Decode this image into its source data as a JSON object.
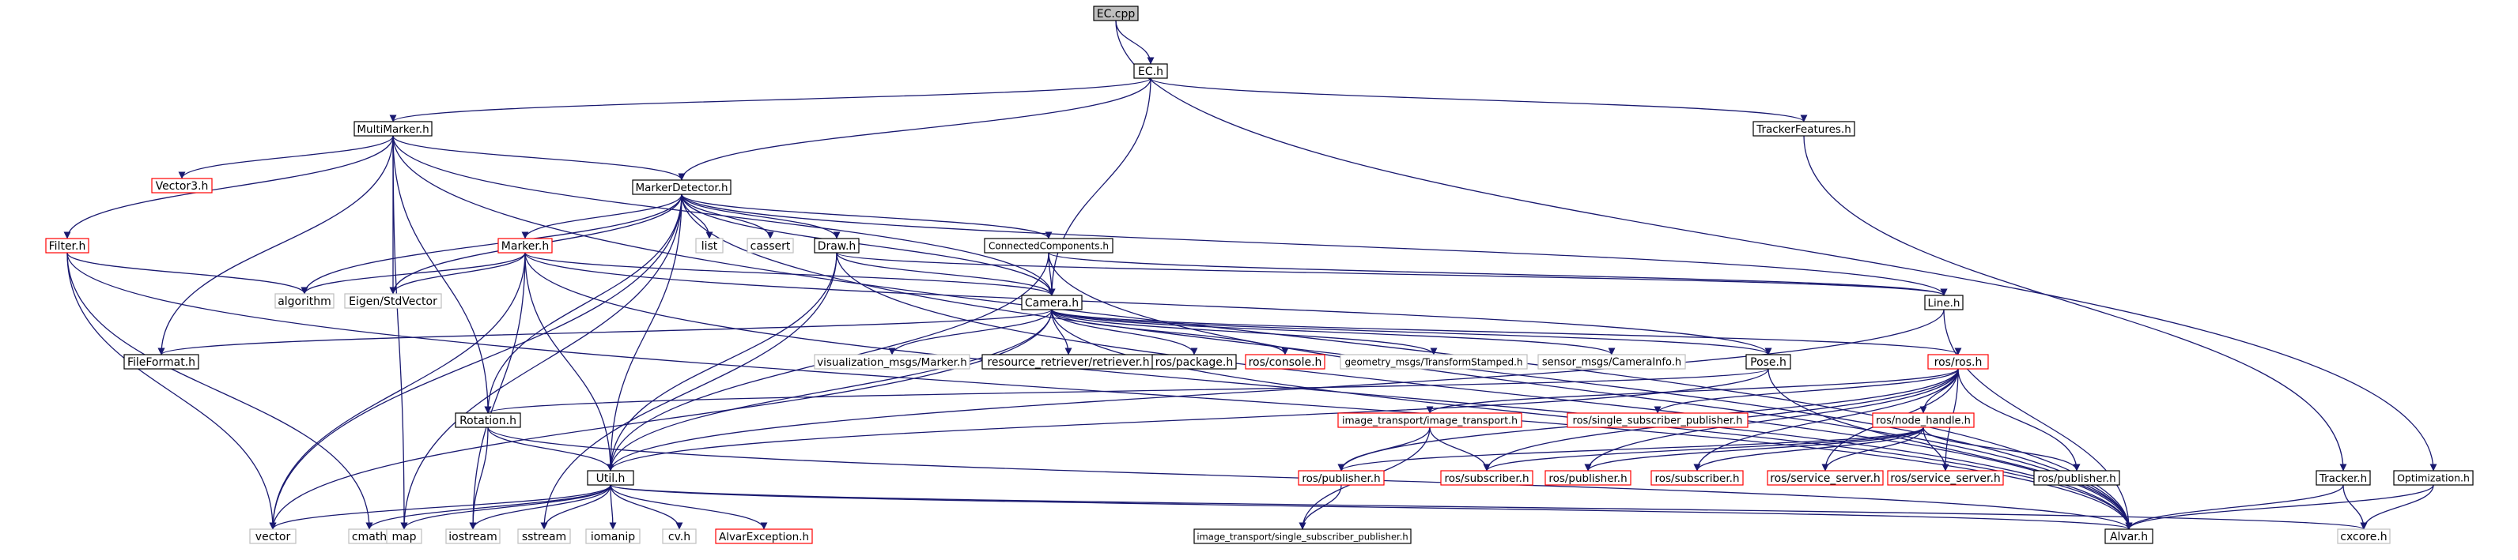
{
  "colors": {
    "edge": "#191970",
    "border_normal": "#000000",
    "border_missing": "#ff0000",
    "border_external": "#bfbfbf",
    "fill_root": "#bfbfbf",
    "fill_default": "#ffffff",
    "text": "#000000"
  },
  "nodes": [
    {
      "id": "ec_cpp",
      "label": "EC.cpp",
      "style": "root"
    },
    {
      "id": "ec_h",
      "label": "EC.h",
      "style": "normal"
    },
    {
      "id": "multimarker_h",
      "label": "MultiMarker.h",
      "style": "normal"
    },
    {
      "id": "trackerfeatures_h",
      "label": "TrackerFeatures.h",
      "style": "normal"
    },
    {
      "id": "vector3_h",
      "label": "Vector3.h",
      "style": "missing"
    },
    {
      "id": "markerdetector_h",
      "label": "MarkerDetector.h",
      "style": "normal"
    },
    {
      "id": "filter_h",
      "label": "Filter.h",
      "style": "missing"
    },
    {
      "id": "marker_h",
      "label": "Marker.h",
      "style": "missing"
    },
    {
      "id": "list",
      "label": "list",
      "style": "external"
    },
    {
      "id": "cassert",
      "label": "cassert",
      "style": "external"
    },
    {
      "id": "draw_h",
      "label": "Draw.h",
      "style": "normal"
    },
    {
      "id": "connectedcomponents_h",
      "label": "ConnectedComponents.h",
      "style": "normal"
    },
    {
      "id": "algorithm",
      "label": "algorithm",
      "style": "external"
    },
    {
      "id": "eigen_stdvector",
      "label": "Eigen/StdVector",
      "style": "external"
    },
    {
      "id": "camera_h",
      "label": "Camera.h",
      "style": "normal"
    },
    {
      "id": "line_h",
      "label": "Line.h",
      "style": "normal"
    },
    {
      "id": "fileformat_h",
      "label": "FileFormat.h",
      "style": "normal"
    },
    {
      "id": "vis_marker_h",
      "label": "visualization_msgs/Marker.h",
      "style": "external"
    },
    {
      "id": "resource_retriever_h",
      "label": "resource_retriever/retriever.h",
      "style": "normal"
    },
    {
      "id": "ros_package_h",
      "label": "ros/package.h",
      "style": "normal"
    },
    {
      "id": "ros_console_h",
      "label": "ros/console.h",
      "style": "missing"
    },
    {
      "id": "geom_tf_h",
      "label": "geometry_msgs/TransformStamped.h",
      "style": "external"
    },
    {
      "id": "sensor_caminfo_h",
      "label": "sensor_msgs/CameraInfo.h",
      "style": "external"
    },
    {
      "id": "pose_h",
      "label": "Pose.h",
      "style": "normal"
    },
    {
      "id": "ros_ros_h",
      "label": "ros/ros.h",
      "style": "missing"
    },
    {
      "id": "rotation_h",
      "label": "Rotation.h",
      "style": "normal"
    },
    {
      "id": "it_image_transport_h",
      "label": "image_transport/image_transport.h",
      "style": "missing"
    },
    {
      "id": "ros_ssp_h",
      "label": "ros/single_subscriber_publisher.h",
      "style": "missing"
    },
    {
      "id": "ros_node_handle_h",
      "label": "ros/node_handle.h",
      "style": "missing"
    },
    {
      "id": "util_h",
      "label": "Util.h",
      "style": "normal"
    },
    {
      "id": "ros_publisher_a",
      "label": "ros/publisher.h",
      "style": "missing"
    },
    {
      "id": "ros_subscriber_a",
      "label": "ros/subscriber.h",
      "style": "missing"
    },
    {
      "id": "ros_publisher_b",
      "label": "ros/publisher.h",
      "style": "missing"
    },
    {
      "id": "ros_subscriber_b",
      "label": "ros/subscriber.h",
      "style": "missing"
    },
    {
      "id": "ros_service_server_a",
      "label": "ros/service_server.h",
      "style": "missing"
    },
    {
      "id": "ros_service_server_b",
      "label": "ros/service_server.h",
      "style": "missing"
    },
    {
      "id": "ros_publisher_c",
      "label": "ros/publisher.h",
      "style": "normal"
    },
    {
      "id": "tracker_h",
      "label": "Tracker.h",
      "style": "normal"
    },
    {
      "id": "optimization_h",
      "label": "Optimization.h",
      "style": "normal"
    },
    {
      "id": "vector",
      "label": "vector",
      "style": "external"
    },
    {
      "id": "cmath",
      "label": "cmath",
      "style": "external"
    },
    {
      "id": "map",
      "label": "map",
      "style": "external"
    },
    {
      "id": "iostream",
      "label": "iostream",
      "style": "external"
    },
    {
      "id": "sstream",
      "label": "sstream",
      "style": "external"
    },
    {
      "id": "iomanip",
      "label": "iomanip",
      "style": "external"
    },
    {
      "id": "cv_h",
      "label": "cv.h",
      "style": "external"
    },
    {
      "id": "alvarexception_h",
      "label": "AlvarException.h",
      "style": "missing"
    },
    {
      "id": "it_ssp_h",
      "label": "image_transport/single_subscriber_publisher.h",
      "style": "normal"
    },
    {
      "id": "alvar_h",
      "label": "Alvar.h",
      "style": "normal"
    },
    {
      "id": "cxcore_h",
      "label": "cxcore.h",
      "style": "external"
    }
  ],
  "edges": [
    [
      "ec_cpp",
      "ec_h"
    ],
    [
      "ec_cpp",
      "optimization_h"
    ],
    [
      "ec_h",
      "multimarker_h"
    ],
    [
      "ec_h",
      "markerdetector_h"
    ],
    [
      "ec_h",
      "camera_h"
    ],
    [
      "ec_h",
      "trackerfeatures_h"
    ],
    [
      "trackerfeatures_h",
      "tracker_h"
    ],
    [
      "multimarker_h",
      "vector3_h"
    ],
    [
      "multimarker_h",
      "filter_h"
    ],
    [
      "multimarker_h",
      "fileformat_h"
    ],
    [
      "multimarker_h",
      "markerdetector_h"
    ],
    [
      "multimarker_h",
      "eigen_stdvector"
    ],
    [
      "multimarker_h",
      "camera_h"
    ],
    [
      "multimarker_h",
      "rotation_h"
    ],
    [
      "multimarker_h",
      "alvar_h"
    ],
    [
      "multimarker_h",
      "map"
    ],
    [
      "markerdetector_h",
      "vector"
    ],
    [
      "markerdetector_h",
      "algorithm"
    ],
    [
      "markerdetector_h",
      "eigen_stdvector"
    ],
    [
      "markerdetector_h",
      "marker_h"
    ],
    [
      "markerdetector_h",
      "list"
    ],
    [
      "markerdetector_h",
      "cassert"
    ],
    [
      "markerdetector_h",
      "draw_h"
    ],
    [
      "markerdetector_h",
      "connectedcomponents_h"
    ],
    [
      "markerdetector_h",
      "camera_h"
    ],
    [
      "markerdetector_h",
      "line_h"
    ],
    [
      "markerdetector_h",
      "rotation_h"
    ],
    [
      "markerdetector_h",
      "util_h"
    ],
    [
      "markerdetector_h",
      "alvar_h"
    ],
    [
      "markerdetector_h",
      "map"
    ],
    [
      "filter_h",
      "algorithm"
    ],
    [
      "filter_h",
      "vector"
    ],
    [
      "filter_h",
      "cmath"
    ],
    [
      "filter_h",
      "alvar_h"
    ],
    [
      "marker_h",
      "algorithm"
    ],
    [
      "marker_h",
      "eigen_stdvector"
    ],
    [
      "marker_h",
      "camera_h"
    ],
    [
      "marker_h",
      "util_h"
    ],
    [
      "marker_h",
      "vector"
    ],
    [
      "marker_h",
      "iostream"
    ],
    [
      "marker_h",
      "pose_h"
    ],
    [
      "marker_h",
      "alvar_h"
    ],
    [
      "draw_h",
      "camera_h"
    ],
    [
      "draw_h",
      "line_h"
    ],
    [
      "draw_h",
      "util_h"
    ],
    [
      "draw_h",
      "sstream"
    ],
    [
      "draw_h",
      "alvar_h"
    ],
    [
      "connectedcomponents_h",
      "camera_h"
    ],
    [
      "connectedcomponents_h",
      "line_h"
    ],
    [
      "connectedcomponents_h",
      "util_h"
    ],
    [
      "connectedcomponents_h",
      "alvar_h"
    ],
    [
      "camera_h",
      "fileformat_h"
    ],
    [
      "camera_h",
      "vis_marker_h"
    ],
    [
      "camera_h",
      "resource_retriever_h"
    ],
    [
      "camera_h",
      "ros_package_h"
    ],
    [
      "camera_h",
      "ros_console_h"
    ],
    [
      "camera_h",
      "geom_tf_h"
    ],
    [
      "camera_h",
      "sensor_caminfo_h"
    ],
    [
      "camera_h",
      "pose_h"
    ],
    [
      "camera_h",
      "ros_ros_h"
    ],
    [
      "camera_h",
      "util_h"
    ],
    [
      "camera_h",
      "vector"
    ],
    [
      "camera_h",
      "alvar_h"
    ],
    [
      "line_h",
      "util_h"
    ],
    [
      "line_h",
      "alvar_h"
    ],
    [
      "pose_h",
      "rotation_h"
    ],
    [
      "pose_h",
      "util_h"
    ],
    [
      "pose_h",
      "alvar_h"
    ],
    [
      "ros_ros_h",
      "it_image_transport_h"
    ],
    [
      "ros_ros_h",
      "ros_ssp_h"
    ],
    [
      "ros_ros_h",
      "ros_node_handle_h"
    ],
    [
      "ros_ros_h",
      "ros_publisher_a"
    ],
    [
      "ros_ros_h",
      "ros_subscriber_a"
    ],
    [
      "ros_ros_h",
      "ros_publisher_b"
    ],
    [
      "ros_ros_h",
      "ros_subscriber_b"
    ],
    [
      "ros_ros_h",
      "ros_service_server_a"
    ],
    [
      "ros_ros_h",
      "ros_service_server_b"
    ],
    [
      "ros_ros_h",
      "ros_publisher_c"
    ],
    [
      "ros_node_handle_h",
      "ros_publisher_a"
    ],
    [
      "ros_node_handle_h",
      "ros_subscriber_a"
    ],
    [
      "ros_node_handle_h",
      "ros_publisher_b"
    ],
    [
      "ros_node_handle_h",
      "ros_subscriber_b"
    ],
    [
      "ros_node_handle_h",
      "ros_service_server_a"
    ],
    [
      "ros_node_handle_h",
      "ros_service_server_b"
    ],
    [
      "ros_node_handle_h",
      "ros_publisher_c"
    ],
    [
      "it_image_transport_h",
      "ros_publisher_a"
    ],
    [
      "it_image_transport_h",
      "ros_subscriber_a"
    ],
    [
      "it_image_transport_h",
      "it_ssp_h"
    ],
    [
      "ros_publisher_a",
      "it_ssp_h"
    ],
    [
      "rotation_h",
      "util_h"
    ],
    [
      "rotation_h",
      "iostream"
    ],
    [
      "rotation_h",
      "alvar_h"
    ],
    [
      "util_h",
      "vector"
    ],
    [
      "util_h",
      "cmath"
    ],
    [
      "util_h",
      "map"
    ],
    [
      "util_h",
      "iostream"
    ],
    [
      "util_h",
      "sstream"
    ],
    [
      "util_h",
      "iomanip"
    ],
    [
      "util_h",
      "cv_h"
    ],
    [
      "util_h",
      "alvarexception_h"
    ],
    [
      "util_h",
      "alvar_h"
    ],
    [
      "util_h",
      "cxcore_h"
    ],
    [
      "tracker_h",
      "alvar_h"
    ],
    [
      "tracker_h",
      "cxcore_h"
    ],
    [
      "optimization_h",
      "alvar_h"
    ],
    [
      "optimization_h",
      "cxcore_h"
    ]
  ]
}
